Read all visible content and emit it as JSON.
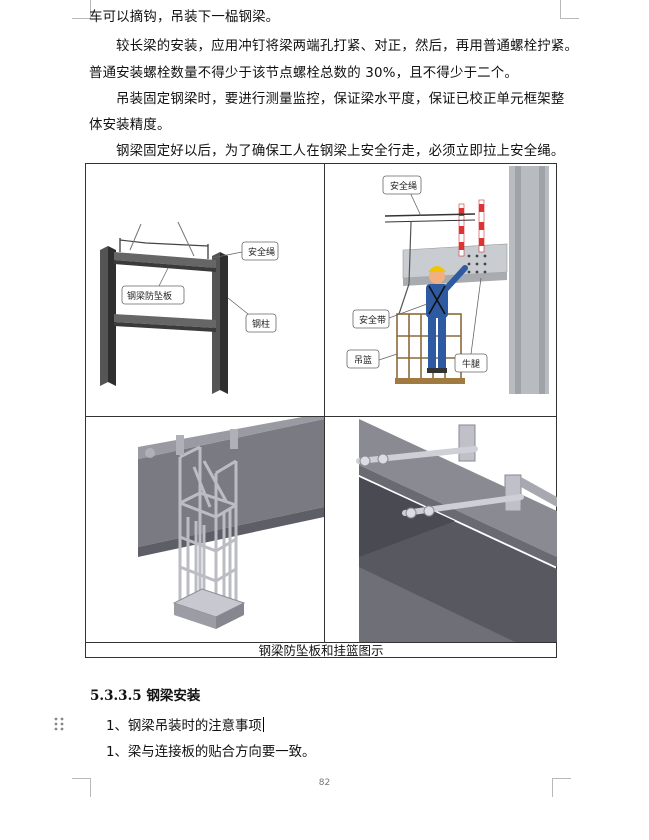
{
  "paragraphs": {
    "p1": "车可以摘钩，吊装下一榀钢梁。",
    "p2a": "较长梁的安装，应用冲钉将梁两端孔打紧、对正，然后，再用普通螺栓拧紧。",
    "p2b": "普通安装螺栓数量不得少于该节点螺栓总数的 30%，且不得少于二个。",
    "p3a": "吊装固定钢梁时，要进行测量监控，保证梁水平度，保证已校正单元框架整",
    "p3b": "体安装精度。",
    "p4": "钢梁固定好以后，为了确保工人在钢梁上安全行走，必须立即拉上安全绳。"
  },
  "figure": {
    "caption": "钢梁防坠板和挂篮图示",
    "panel1_labels": {
      "rope": "安全绳",
      "board": "钢梁防坠板",
      "column": "钢柱"
    },
    "panel2_labels": {
      "rope": "安全绳",
      "belt": "安全带",
      "basket": "吊篮",
      "bracket": "牛腿"
    }
  },
  "section": {
    "number": "5.3.3.5",
    "title": "钢梁安装"
  },
  "items": [
    {
      "text": "1、钢梁吊装时的注意事项"
    },
    {
      "text": "1、梁与连接板的贴合方向要一致。"
    }
  ],
  "page_number": "82"
}
